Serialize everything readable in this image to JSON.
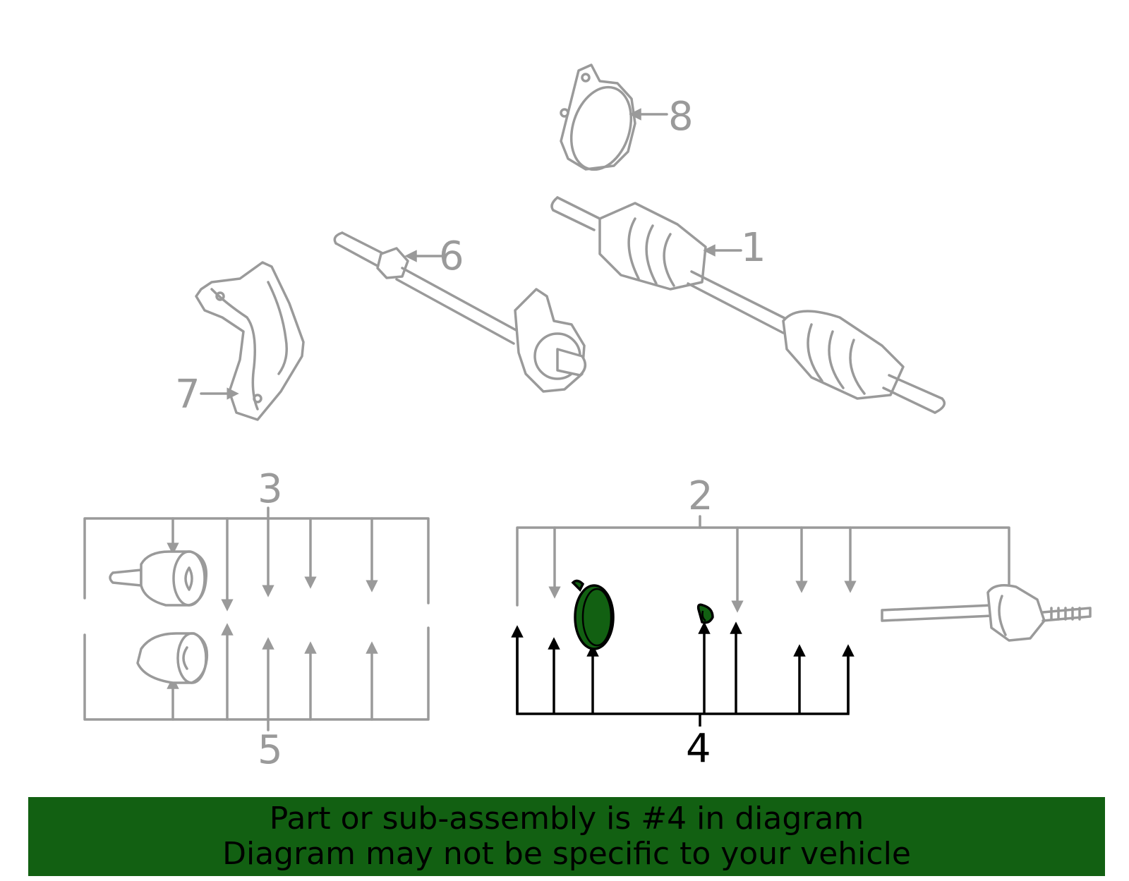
{
  "callouts": {
    "c1": "1",
    "c2": "2",
    "c3": "3",
    "c4": "4",
    "c5": "5",
    "c6": "6",
    "c7": "7",
    "c8": "8"
  },
  "highlighted_part": "4",
  "colors": {
    "highlight": "#126012",
    "line_gray": "#9a9a9a",
    "highlight_line": "#000000"
  },
  "banner": {
    "line1": "Part or sub-assembly is #4 in diagram",
    "line2": "Diagram may not be specific to your vehicle"
  }
}
